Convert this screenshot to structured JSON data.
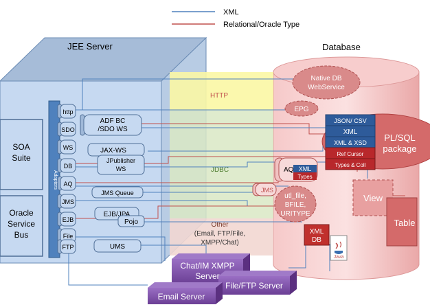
{
  "legend": {
    "xml": "XML",
    "relational": "Relational/Oracle Type",
    "xml_color": "#4f81bd",
    "relational_color": "#c0504d"
  },
  "jee": {
    "title": "JEE Server",
    "adapters_label": "Adapters",
    "soa_suite": [
      "SOA",
      "Suite"
    ],
    "oracle_service_bus": [
      "Oracle",
      "Service",
      "Bus"
    ],
    "adapters": [
      "http",
      "SDO",
      "WS",
      "DB",
      "AQ",
      "JMS",
      "EJB",
      "File",
      "FTP"
    ],
    "adf_bc": [
      "ADF BC",
      "/SDO WS"
    ],
    "jax_ws": "JAX-WS",
    "jpublisher": [
      "JPublisher",
      "WS"
    ],
    "jms_queue": "JMS Queue",
    "ejb_jpa": "EJB/JPA",
    "pojo": "Pojo",
    "ums": "UMS"
  },
  "protocols": {
    "http": "HTTP",
    "jdbc": "JDBC",
    "other": [
      "Other",
      "(Email, FTP/File,",
      "XMPP/Chat)"
    ]
  },
  "database": {
    "title": "Database",
    "native_db_ws": [
      "Native DB",
      "WebService"
    ],
    "epg": "EPG",
    "json_csv": "JSON/ CSV",
    "xml": "XML",
    "xml_xsd": "XML & XSD",
    "ref_cursor": "Ref Cursor",
    "types_coll": "Types & Coll",
    "plsql": [
      "PL/SQL",
      "package"
    ],
    "aq": "AQ",
    "aq_xml": "XML",
    "aq_types": "Types",
    "jms": "JMS",
    "utl_file": [
      "utl_file,",
      "BFILE,",
      "URITYPE"
    ],
    "view": "View",
    "table": "Table",
    "xml_db": [
      "XML",
      "DB"
    ],
    "java": "Java"
  },
  "external": {
    "chat": [
      "Chat/IM XMPP",
      "Server"
    ],
    "ftp": "File/FTP Server",
    "email": "Email Server"
  },
  "colors": {
    "box_front": "#c6d9f1",
    "box_side": "#b8cce4",
    "box_top": "#a6bcd8",
    "db_fill": "#f2b7b7",
    "purple": "#7b4fa3",
    "dark_red": "#a03030"
  }
}
